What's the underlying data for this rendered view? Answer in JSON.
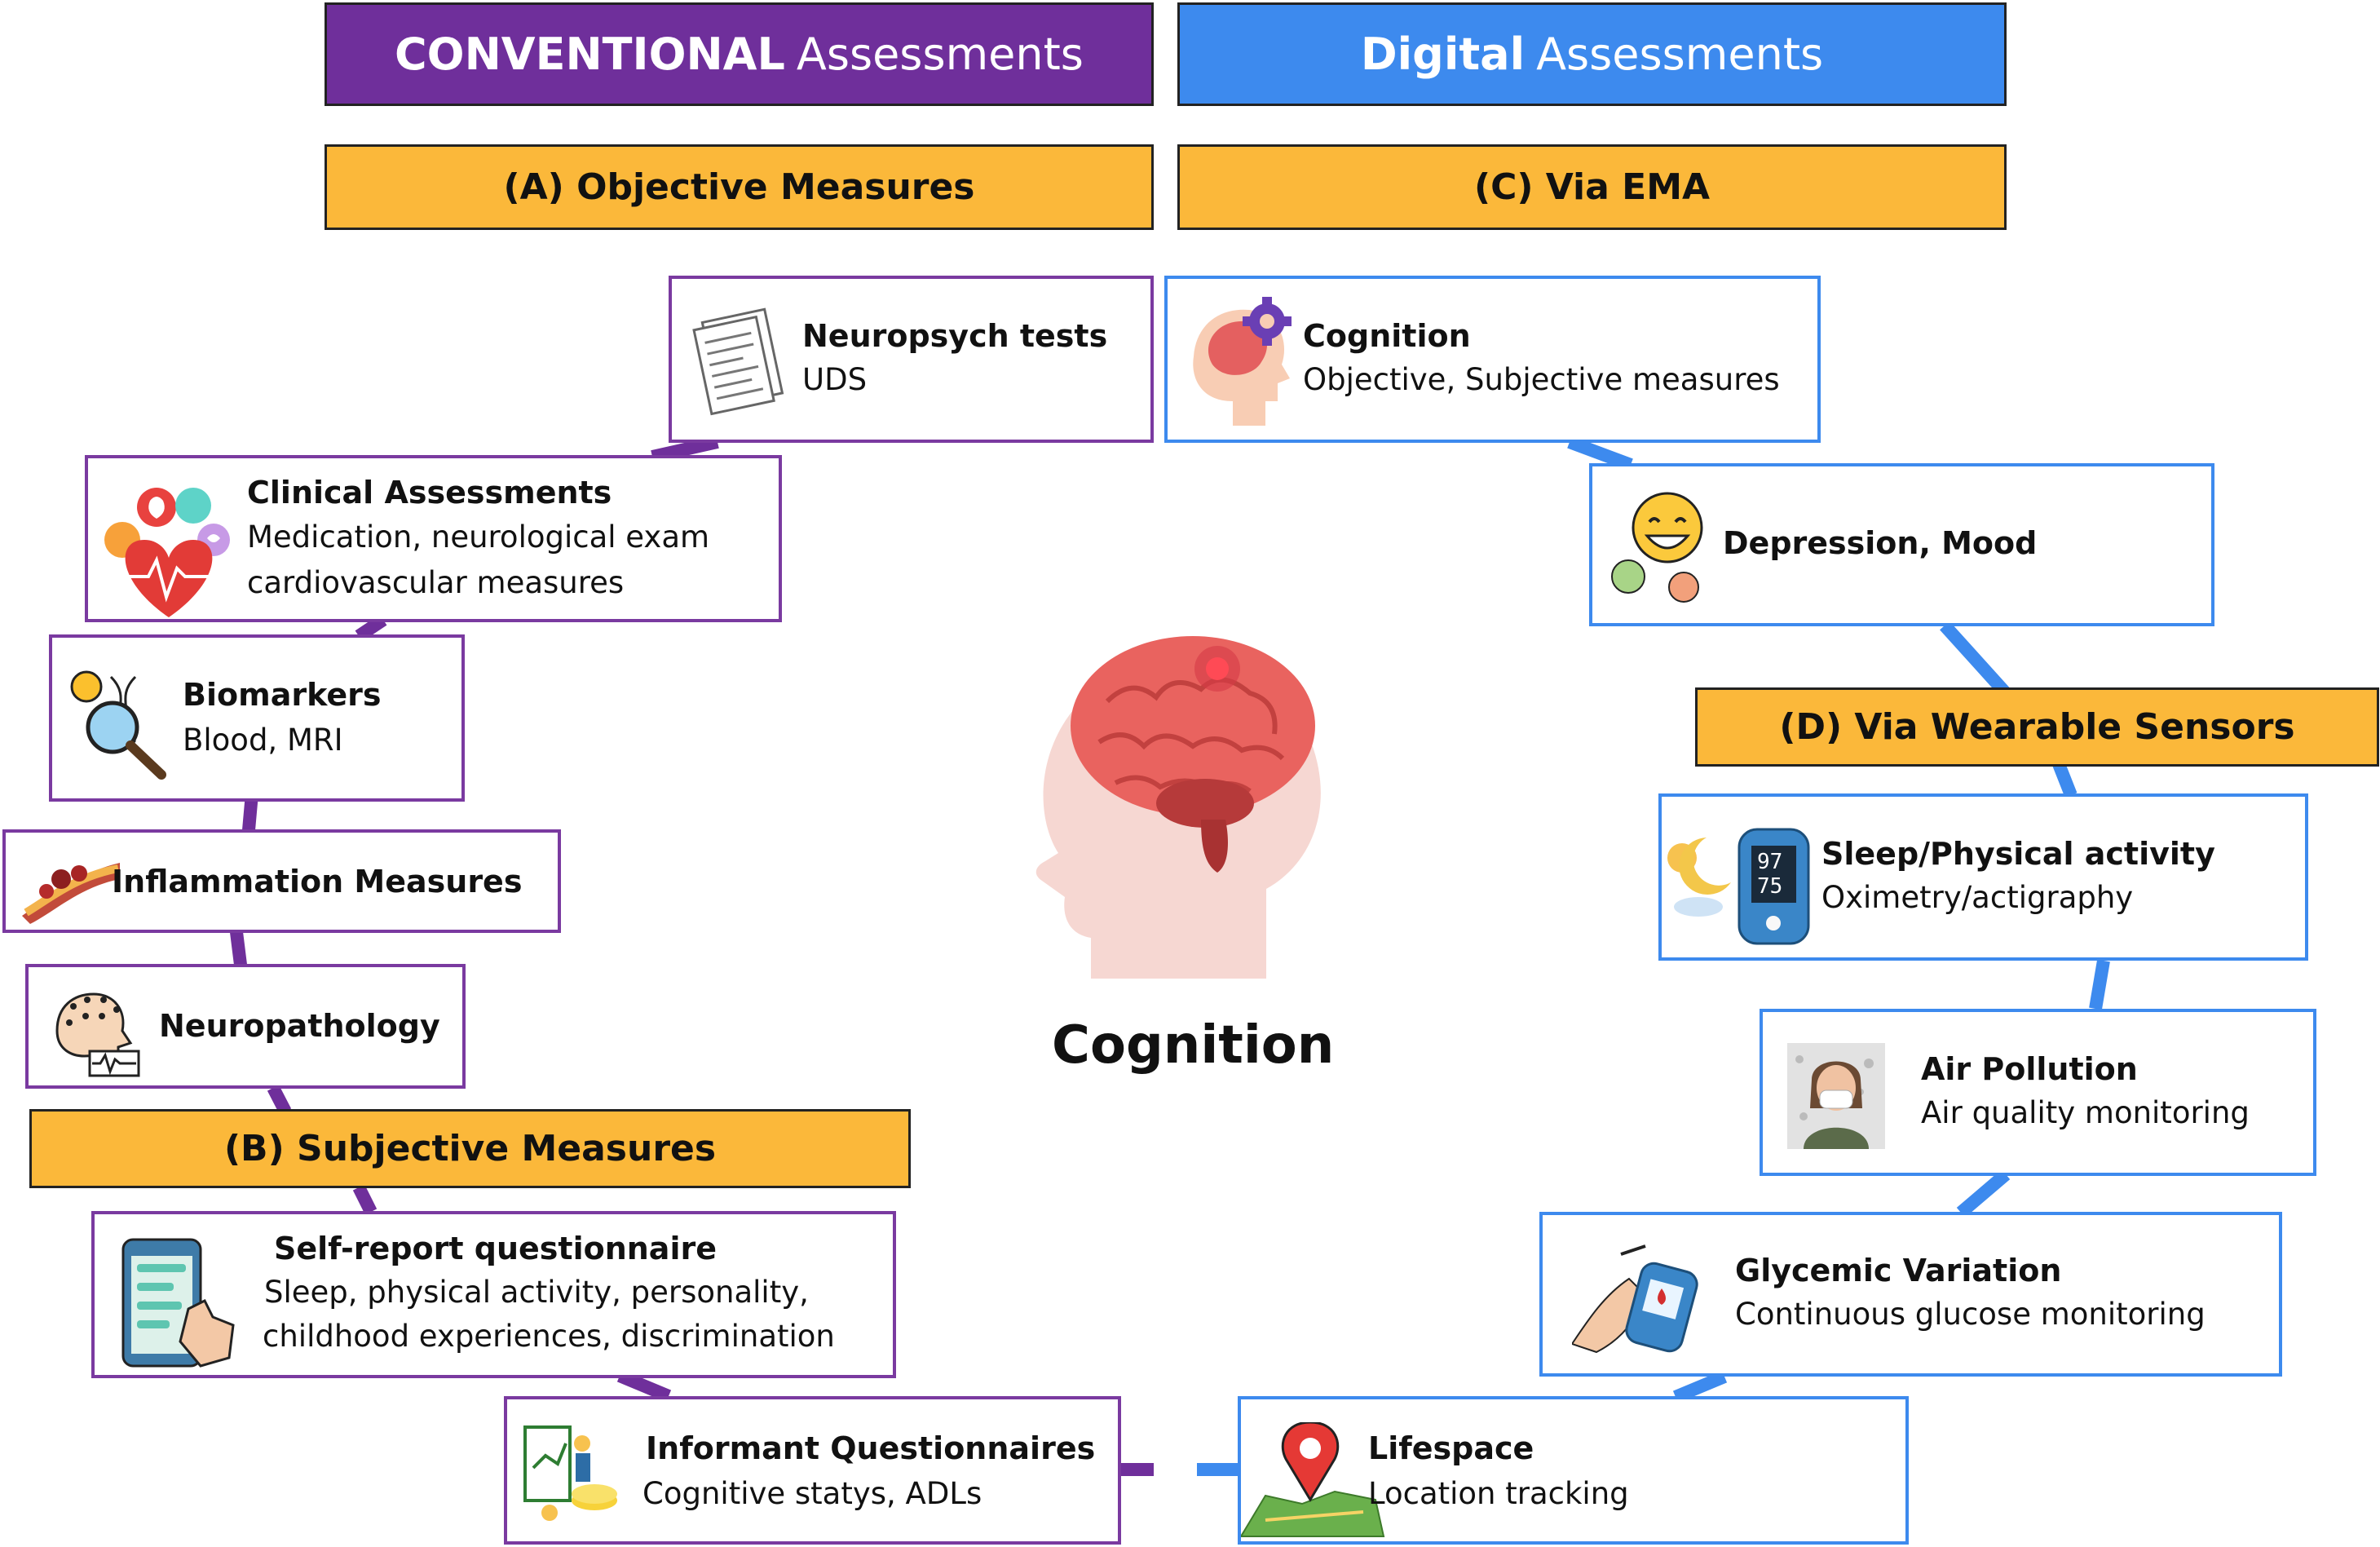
{
  "headers": {
    "conventional": {
      "bold": "CONVENTIONAL",
      "light": "Assessments",
      "color": "#6f2f9b"
    },
    "digital": {
      "bold": "Digital",
      "light": "Assessments",
      "color": "#3d8aee"
    }
  },
  "sections": {
    "a": "(A) Objective Measures",
    "b": "(B) Subjective Measures",
    "c": "(C) Via EMA",
    "d": "(D) Via Wearable Sensors"
  },
  "center": {
    "label": "Cognition"
  },
  "conventional_items": [
    {
      "title": "Neuropsych tests",
      "lines": [
        "UDS"
      ],
      "icon": "test-sheets-icon"
    },
    {
      "title": "Clinical Assessments",
      "lines": [
        "Medication, neurological exam",
        "cardiovascular measures"
      ],
      "icon": "heart-health-icon"
    },
    {
      "title": "Biomarkers",
      "lines": [
        "Blood, MRI"
      ],
      "icon": "dna-magnifier-icon"
    },
    {
      "title": "Inflammation Measures",
      "lines": [],
      "icon": "artery-icon"
    },
    {
      "title": "Neuropathology",
      "lines": [],
      "icon": "eeg-head-icon"
    },
    {
      "title": "Self-report questionnaire",
      "lines": [
        "Sleep, physical activity, personality,",
        "childhood experiences, discrimination"
      ],
      "icon": "phone-form-icon"
    },
    {
      "title": "Informant Questionnaires",
      "lines": [
        "Cognitive statys, ADLs"
      ],
      "icon": "clipboard-person-icon"
    }
  ],
  "digital_items": [
    {
      "title": "Cognition",
      "lines": [
        "Objective, Subjective measures"
      ],
      "icon": "head-gear-icon"
    },
    {
      "title": "Depression, Mood",
      "lines": [],
      "icon": "emoji-faces-icon"
    },
    {
      "title": "Sleep/Physical activity",
      "lines": [
        "Oximetry/actigraphy"
      ],
      "icon": "oximeter-icon",
      "readout": [
        "97",
        "75"
      ]
    },
    {
      "title": "Air Pollution",
      "lines": [
        "Air quality monitoring"
      ],
      "icon": "mask-person-icon"
    },
    {
      "title": "Glycemic Variation",
      "lines": [
        "Continuous glucose monitoring"
      ],
      "icon": "glucose-meter-icon"
    },
    {
      "title": "Lifespace",
      "lines": [
        "Location tracking"
      ],
      "icon": "map-pin-icon"
    }
  ],
  "colors": {
    "purple": "#7a3aa0",
    "blue": "#3d8aee",
    "section": "#fbb83a"
  }
}
